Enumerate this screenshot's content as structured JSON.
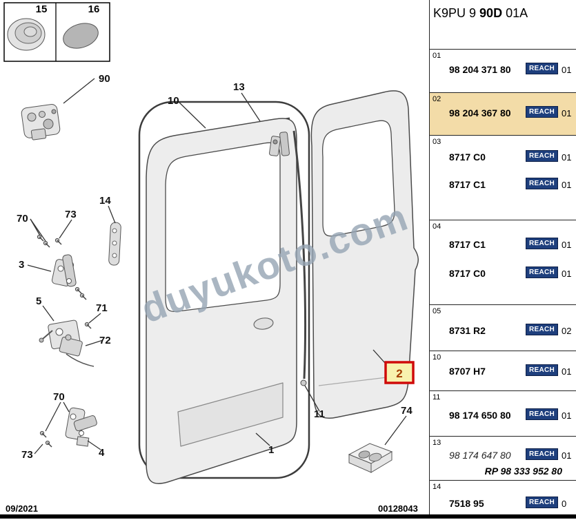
{
  "header": {
    "code_prefix": "K9PU 9",
    "code_bold": "90D",
    "code_suffix": "01A"
  },
  "reach_label": "REACH",
  "watermark": "duyukoto.com",
  "footer": {
    "date": "09/2021",
    "doc_number": "00128043"
  },
  "diagram": {
    "labels": {
      "n15": "15",
      "n16": "16",
      "n90": "90",
      "n10": "10",
      "n13": "13",
      "n14": "14",
      "n70a": "70",
      "n73a": "73",
      "n3": "3",
      "n5": "5",
      "n71": "71",
      "n72": "72",
      "n70b": "70",
      "n73b": "73",
      "n4": "4",
      "n1": "1",
      "n11": "11",
      "n2": "2",
      "n74": "74"
    },
    "selected_callout": "2"
  },
  "panel": {
    "rows": [
      {
        "ref": "01",
        "parts": [
          {
            "number": "98 204 371 80",
            "qty": "01"
          }
        ]
      },
      {
        "ref": "02",
        "highlight": true,
        "parts": [
          {
            "number": "98 204 367 80",
            "qty": "01"
          }
        ]
      },
      {
        "ref": "03",
        "parts": [
          {
            "number": "8717 C0",
            "qty": "01"
          },
          {
            "number": "8717 C1",
            "qty": "01"
          }
        ]
      },
      {
        "ref": "04",
        "parts": [
          {
            "number": "8717 C1",
            "qty": "01"
          },
          {
            "number": "8717 C0",
            "qty": "01"
          }
        ]
      },
      {
        "ref": "05",
        "parts": [
          {
            "number": "8731 R2",
            "qty": "02"
          }
        ]
      },
      {
        "ref": "10",
        "parts": [
          {
            "number": "8707 H7",
            "qty": "01"
          }
        ]
      },
      {
        "ref": "11",
        "parts": [
          {
            "number": "98 174 650 80",
            "qty": "01"
          }
        ]
      },
      {
        "ref": "13",
        "parts": [
          {
            "number": "98 174 647 80",
            "qty": "01"
          }
        ],
        "note": "RP 98 333 952 80"
      },
      {
        "ref": "14",
        "parts": [
          {
            "number": "7518 95",
            "qty": "0"
          }
        ]
      }
    ]
  }
}
